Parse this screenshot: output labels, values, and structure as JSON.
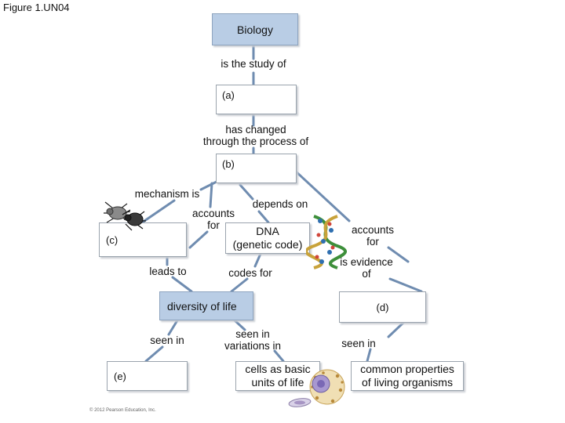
{
  "figure_label": "Figure 1.UN04",
  "nodes": {
    "biology": "Biology",
    "a": "(a)",
    "b": "(b)",
    "c": "(c)",
    "d": "(d)",
    "e": "(e)",
    "dna": "DNA\n(genetic code)",
    "diversity": "diversity of life",
    "cells": "cells as basic\nunits of life",
    "common": "common properties\nof living organisms"
  },
  "links": {
    "is_study_of": "is the study of",
    "has_changed": "has changed\nthrough the process of",
    "mechanism_is": "mechanism is",
    "depends_on": "depends on",
    "accounts_for_left": "accounts\nfor",
    "accounts_for_right": "accounts\nfor",
    "is_evidence_of": "is evidence\nof",
    "leads_to": "leads to",
    "codes_for": "codes for",
    "seen_in_left": "seen in",
    "seen_in_variations": "seen in\nvariations in",
    "seen_in_right": "seen in"
  },
  "copyright": "© 2012 Pearson Education, Inc.",
  "colors": {
    "line": "#6f8cb0",
    "box_fill": "#b9cde5"
  },
  "icons": [
    "beetles-image",
    "dna-helix-image",
    "cell-image"
  ]
}
